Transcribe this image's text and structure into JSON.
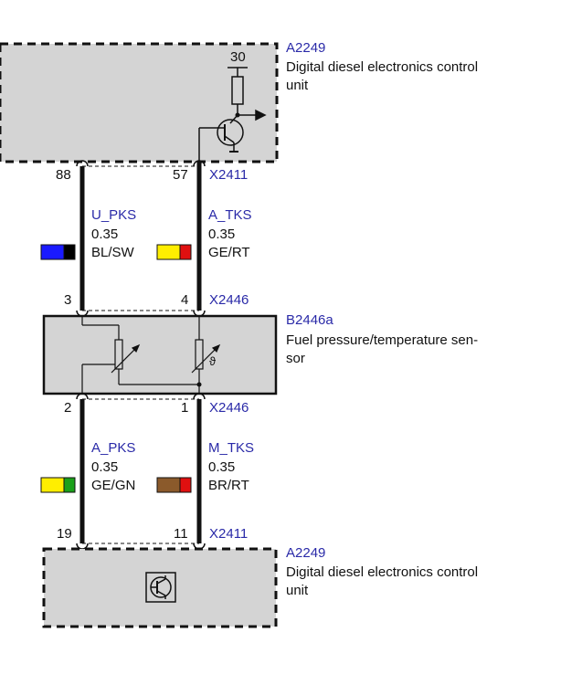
{
  "ecu_top": {
    "ref": "A2249",
    "desc_line1": "Digital diesel electronics control",
    "desc_line2": "unit",
    "pin30": "30"
  },
  "connector_top": {
    "ref": "X2411",
    "pin_left": "88",
    "pin_right": "57"
  },
  "wire_upks": {
    "signal": "U_PKS",
    "size": "0.35",
    "color": "BL/SW",
    "c1": "#1a1aff",
    "c2": "#000000"
  },
  "wire_atks": {
    "signal": "A_TKS",
    "size": "0.35",
    "color": "GE/RT",
    "c1": "#ffee00",
    "c2": "#e01010"
  },
  "connector_sensor_top": {
    "ref": "X2446",
    "pin_left": "3",
    "pin_right": "4"
  },
  "sensor": {
    "ref": "B2446a",
    "desc_line1": "Fuel pressure/temperature sen-",
    "desc_line2": "sor",
    "temp_symbol": "ϑ"
  },
  "connector_sensor_bottom": {
    "ref": "X2446",
    "pin_left": "2",
    "pin_right": "1"
  },
  "wire_apks": {
    "signal": "A_PKS",
    "size": "0.35",
    "color": "GE/GN",
    "c1": "#ffee00",
    "c2": "#1aa01a"
  },
  "wire_mtks": {
    "signal": "M_TKS",
    "size": "0.35",
    "color": "BR/RT",
    "c1": "#8b5a2b",
    "c2": "#e01010"
  },
  "connector_bottom": {
    "ref": "X2411",
    "pin_left": "19",
    "pin_right": "11"
  },
  "ecu_bottom": {
    "ref": "A2249",
    "desc_line1": "Digital diesel electronics control",
    "desc_line2": "unit"
  }
}
